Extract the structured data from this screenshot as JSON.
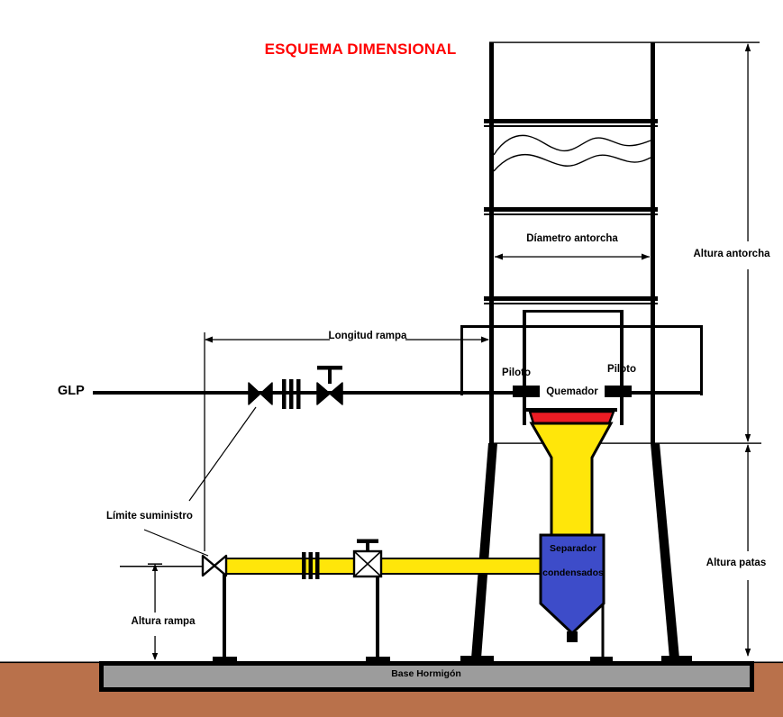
{
  "title": "ESQUEMA DIMENSIONAL",
  "diagram": {
    "supply_label": "GLP",
    "dimensions": {
      "longitud_rampa": "Longitud rampa",
      "diametro_antorcha": "Díametro antorcha",
      "altura_antorcha": "Altura antorcha",
      "altura_rampa": "Altura rampa",
      "altura_patas": "Altura patas"
    },
    "components": {
      "piloto_left": "Piloto",
      "piloto_right": "Piloto",
      "quemador": "Quemador",
      "limite_suministro": "Límite suministro",
      "separador_line1": "Separador",
      "separador_line2": "condensados",
      "base_hormigon": "Base Hormigón"
    }
  },
  "colors": {
    "title_red": "#FF0000",
    "flame_red": "#EC1C24",
    "pipe_yellow": "#FFE60A",
    "separator_blue": "#3D4CC9",
    "base_gray": "#9C9C9C",
    "ground_brown": "#B9714B",
    "line_black": "#000000"
  }
}
